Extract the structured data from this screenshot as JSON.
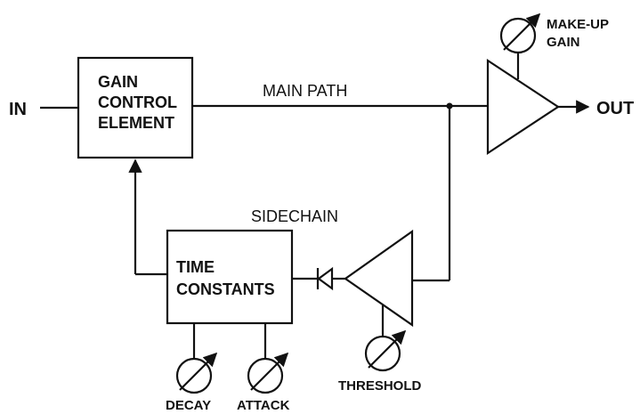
{
  "labels": {
    "in": "IN",
    "out": "OUT",
    "main_path": "MAIN PATH",
    "sidechain": "SIDECHAIN",
    "gain_element": [
      "GAIN",
      "CONTROL",
      "ELEMENT"
    ],
    "time_constants": [
      "TIME",
      "CONSTANTS"
    ],
    "makeup_gain": [
      "MAKE-UP",
      "GAIN"
    ],
    "threshold": "THRESHOLD",
    "decay": "DECAY",
    "attack": "ATTACK"
  },
  "colors": {
    "line": "#111111",
    "background": "#ffffff"
  }
}
